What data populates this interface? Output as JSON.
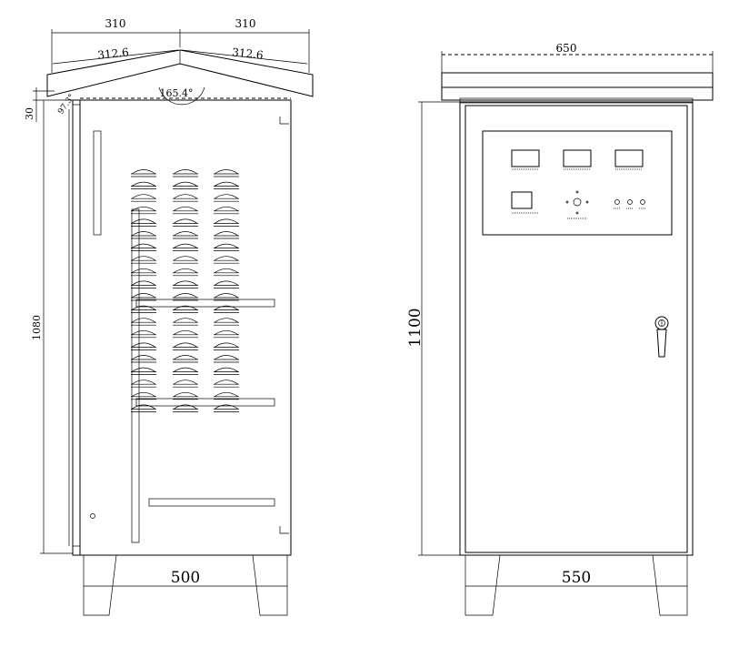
{
  "side_view": {
    "dims": {
      "roof_left_width": "310",
      "roof_right_width": "310",
      "roof_left_slope": "312.6",
      "roof_right_slope": "312.6",
      "roof_angle": "165.4°",
      "small_angle": "97.3°",
      "eave_height": "30",
      "body_height": "1080",
      "depth": "500"
    },
    "louver_columns": 3,
    "louver_rows": 20
  },
  "front_view": {
    "dims": {
      "roof_width": "650",
      "total_height": "1100",
      "width": "550"
    },
    "meters": 3,
    "indicator_lamps": 3
  },
  "colors": {
    "line": "#000000",
    "background": "#ffffff"
  }
}
